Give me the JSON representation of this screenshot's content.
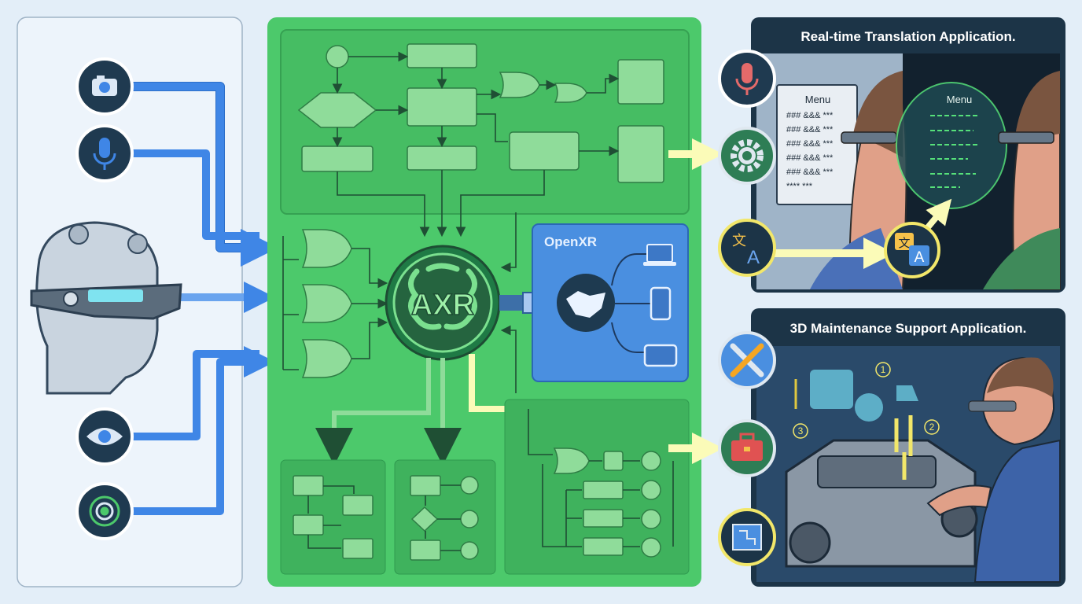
{
  "core": {
    "label": "AXR"
  },
  "openxr": {
    "label": "OpenXR"
  },
  "translation_app": {
    "title": "Real-time Translation Application.",
    "menu_title": "Menu",
    "menu_lines": [
      "### &&& ***",
      "### &&& ***",
      "### &&& ***",
      "### &&& ***",
      "### &&& ***",
      "**** ***"
    ],
    "translated_menu_title": "Menu",
    "translate_glyphs": {
      "source": "文",
      "target": "A"
    }
  },
  "maintenance_app": {
    "title": "3D Maintenance Support Application.",
    "steps": [
      "1",
      "2",
      "3"
    ]
  },
  "colors": {
    "background": "#e3eef8",
    "green_panel": "#4cc96b",
    "openxr_blue": "#4a8fe0",
    "dark_panel": "#1c3447",
    "highlight": "#f6f49a"
  },
  "icons": {
    "inputs": [
      "camera-icon",
      "microphone-icon",
      "eye-icon",
      "spatial-sensor-icon"
    ],
    "outputs": [
      "microphone-icon",
      "gear-icon",
      "translate-icon",
      "tools-icon",
      "toolbox-icon",
      "blueprint-icon"
    ],
    "devices": [
      "laptop-icon",
      "phone-icon",
      "tablet-icon"
    ]
  }
}
